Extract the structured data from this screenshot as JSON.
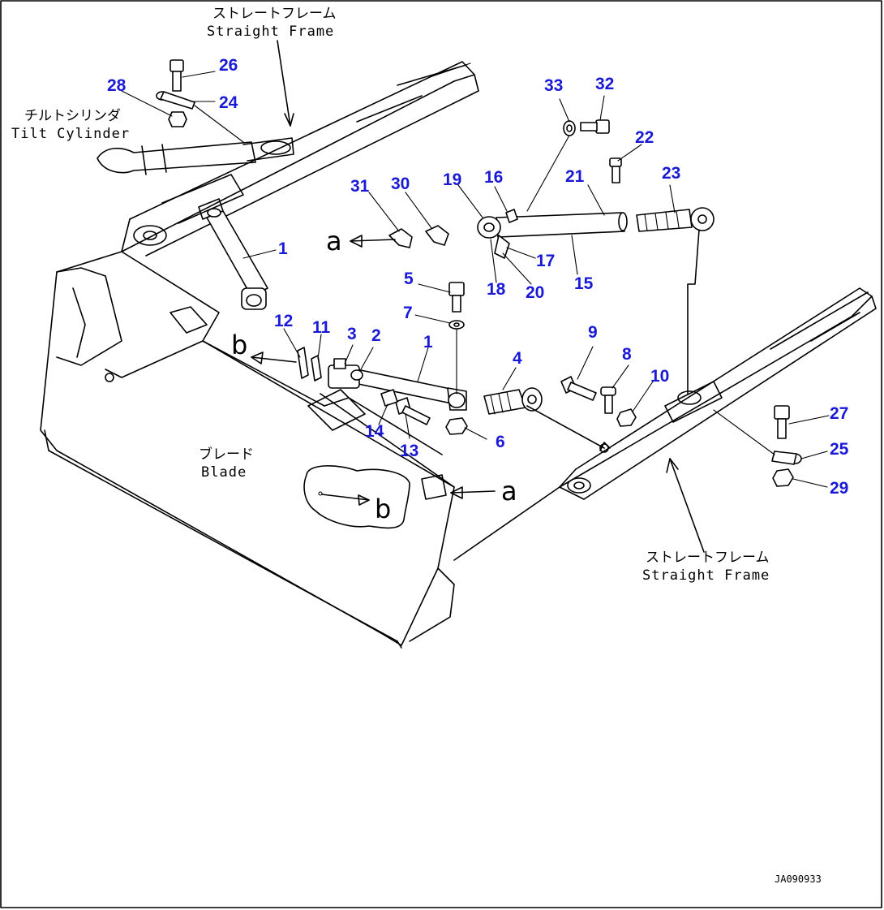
{
  "labels": {
    "frame_top_jp": "ストレートフレーム",
    "frame_top_en": "Straight Frame",
    "tilt_jp": "チルトシリンダ",
    "tilt_en": "Tilt Cylinder",
    "blade_jp": "ブレード",
    "blade_en": "Blade",
    "frame_bottom_jp": "ストレートフレーム",
    "frame_bottom_en": "Straight Frame",
    "ref_a": "a",
    "ref_b": "b",
    "drawing_code": "JA090933"
  },
  "callouts": {
    "c1a": "1",
    "c1b": "1",
    "c2": "2",
    "c3": "3",
    "c4": "4",
    "c5": "5",
    "c6": "6",
    "c7": "7",
    "c8": "8",
    "c9": "9",
    "c10": "10",
    "c11": "11",
    "c12": "12",
    "c13": "13",
    "c14": "14",
    "c15": "15",
    "c16": "16",
    "c17": "17",
    "c18": "18",
    "c19": "19",
    "c20": "20",
    "c21": "21",
    "c22": "22",
    "c23": "23",
    "c24": "24",
    "c25": "25",
    "c26": "26",
    "c27": "27",
    "c28": "28",
    "c29": "29",
    "c30": "30",
    "c31": "31",
    "c32": "32",
    "c33": "33"
  }
}
